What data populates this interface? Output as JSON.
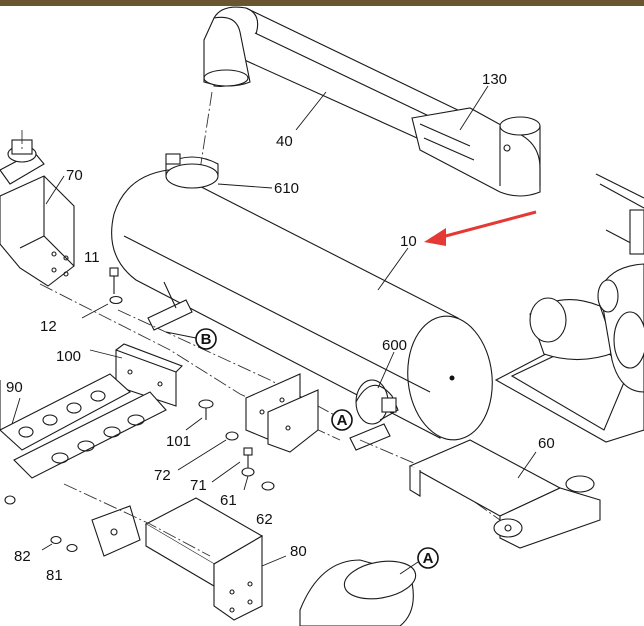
{
  "frame": {
    "bar_color": "#6b5530"
  },
  "arrow": {
    "color": "#e53935"
  },
  "callouts": {
    "p130": "130",
    "p40": "40",
    "p610": "610",
    "p70": "70",
    "p10": "10",
    "p11": "11",
    "p12": "12",
    "p100": "100",
    "p90": "90",
    "p600": "600",
    "p101": "101",
    "p72": "72",
    "p71": "71",
    "p61": "61",
    "p62": "62",
    "p60": "60",
    "p82": "82",
    "p81": "81",
    "p80": "80"
  },
  "refs": {
    "a1": "A",
    "a2": "A",
    "b1": "B"
  }
}
